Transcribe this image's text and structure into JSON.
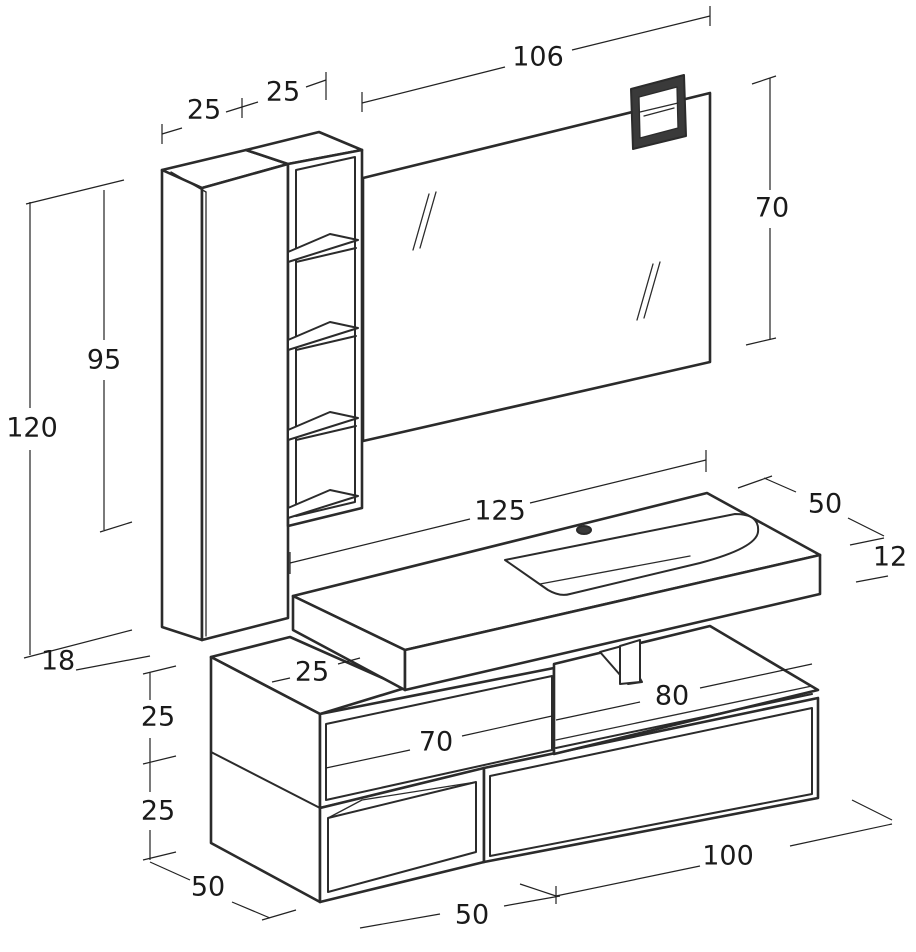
{
  "drawing": {
    "dimensions": {
      "mirror_width": "106",
      "mirror_height": "70",
      "column_width_a": "25",
      "column_width_b": "25",
      "column_height_total": "120",
      "column_height": "95",
      "column_depth": "18",
      "top_width": "125",
      "top_depth": "50",
      "top_thickness": "12",
      "shelf_depth": "25",
      "drawer_width_upper": "70",
      "drawer_width_right": "80",
      "base_height_top": "25",
      "base_height_bottom": "25",
      "base_depth": "50",
      "base_width_left": "50",
      "base_width_right": "100"
    },
    "colors": {
      "line": "#2b2b2b",
      "accent_fill": "#3a3a3a",
      "background": "#ffffff"
    }
  }
}
